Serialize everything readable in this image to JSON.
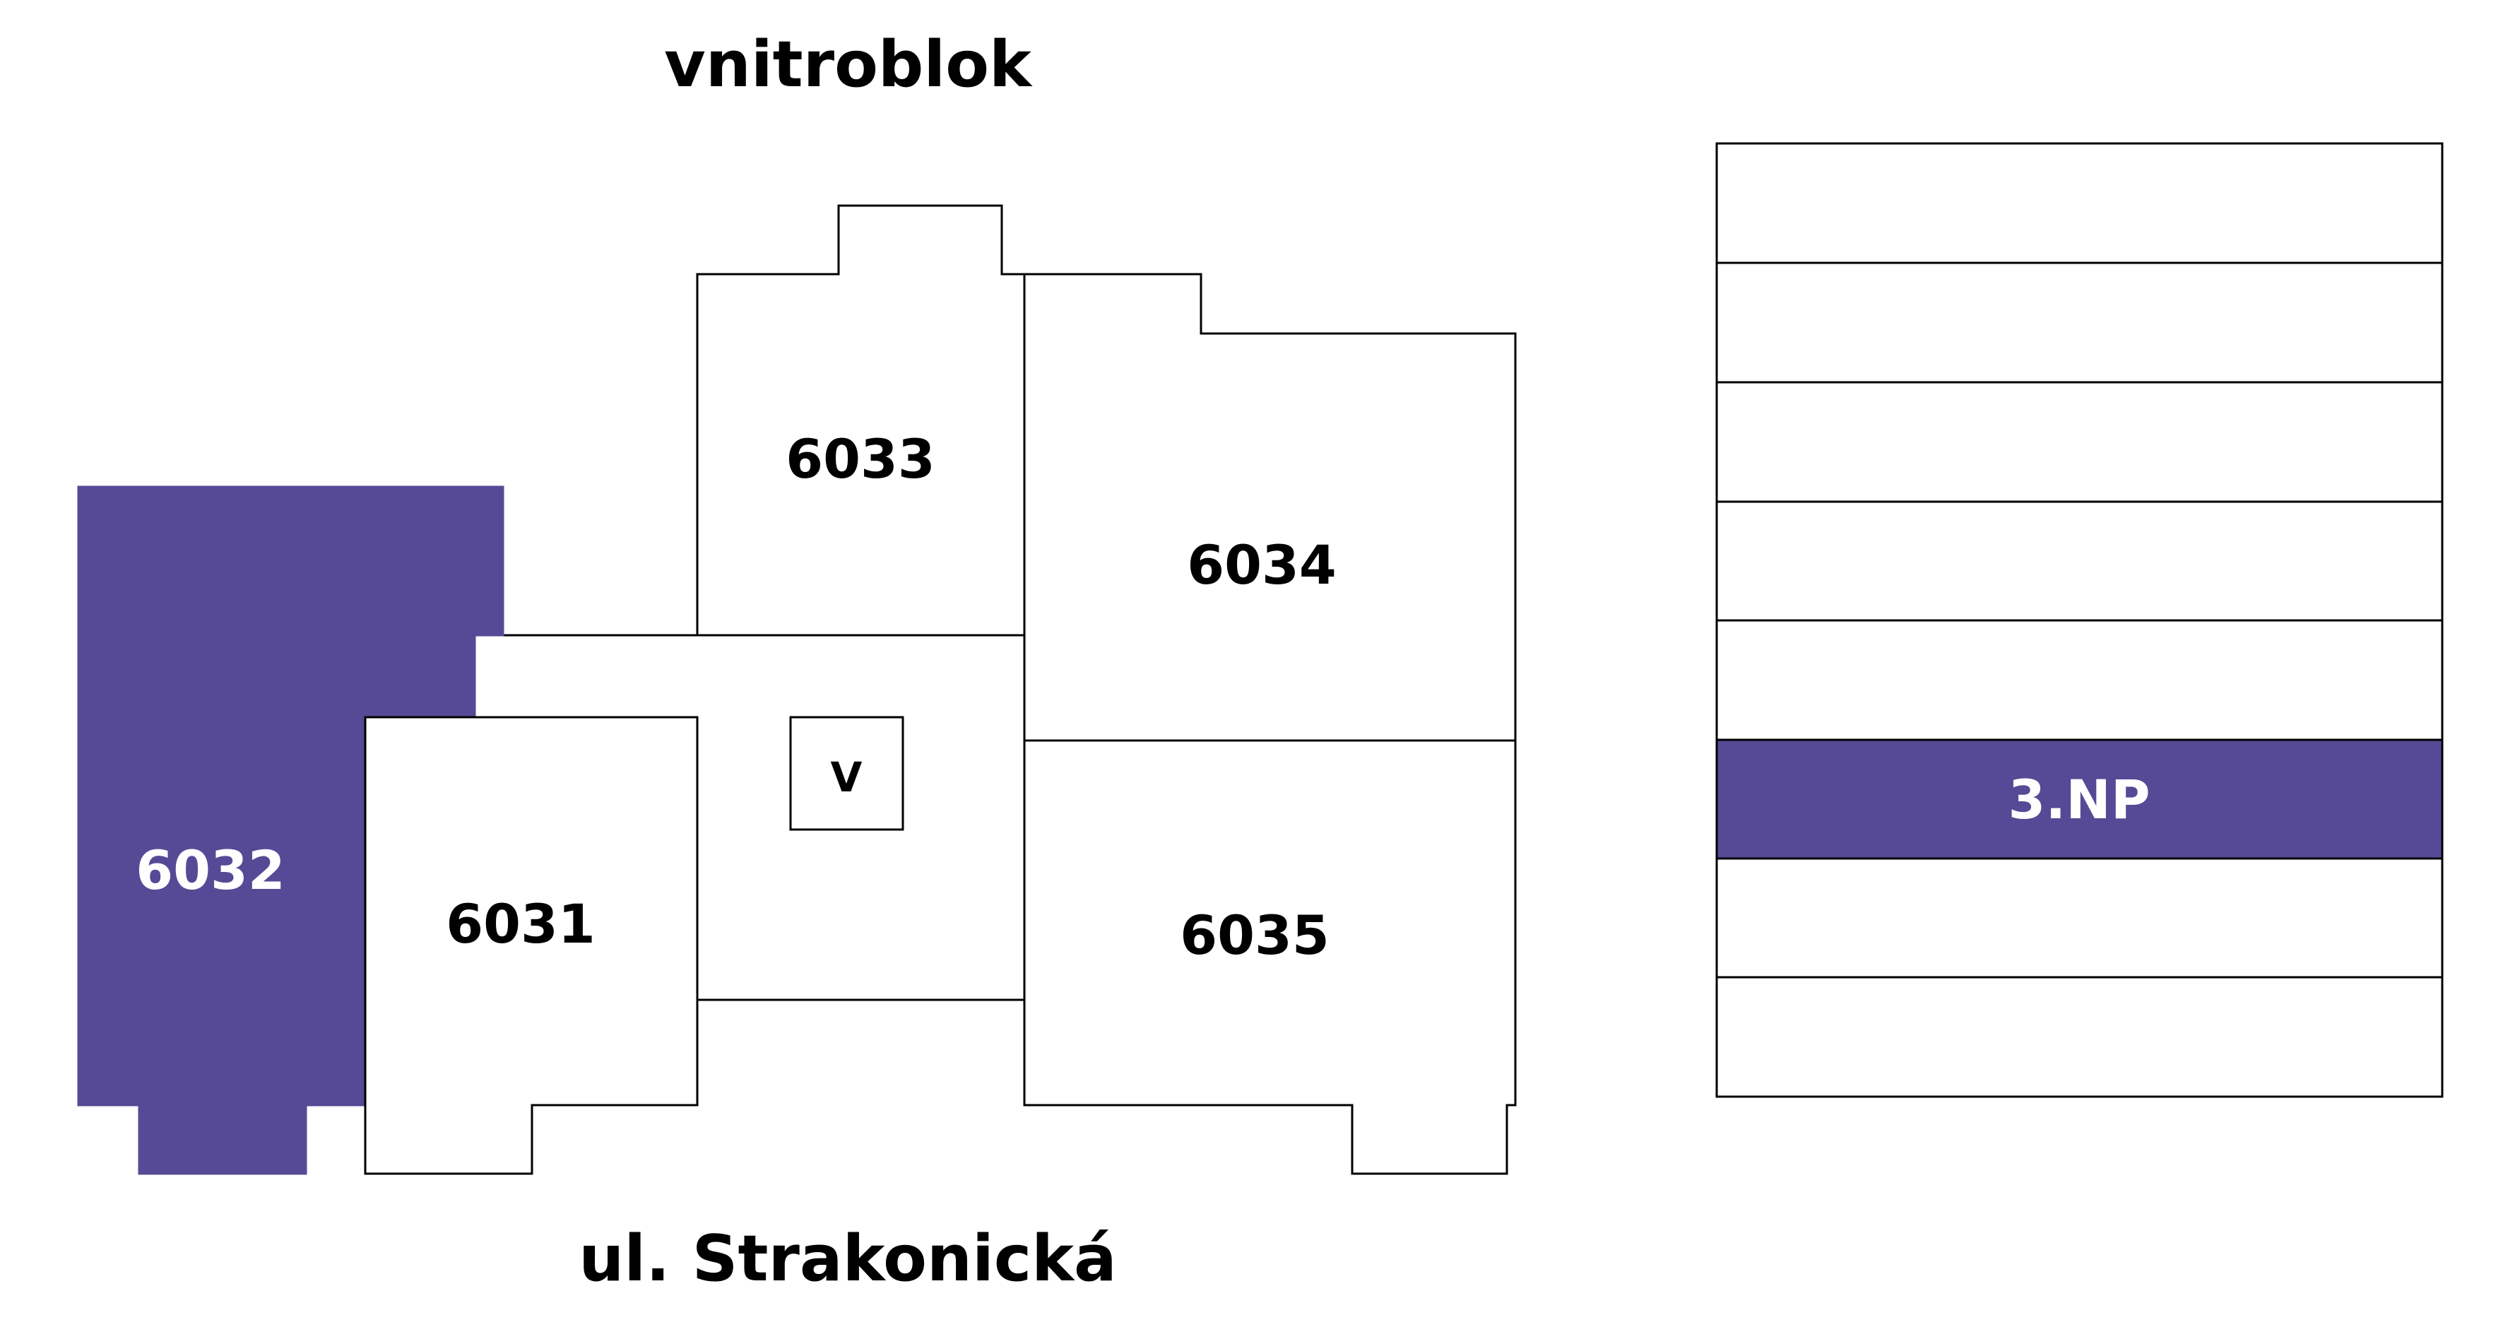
{
  "labels": {
    "top": "vnitroblok",
    "bottom": "ul. Strakonická"
  },
  "units": [
    {
      "id": "6032",
      "label": "6032",
      "highlighted": true
    },
    {
      "id": "6033",
      "label": "6033",
      "highlighted": false
    },
    {
      "id": "6034",
      "label": "6034",
      "highlighted": false
    },
    {
      "id": "6031",
      "label": "6031",
      "highlighted": false
    },
    {
      "id": "6035",
      "label": "6035",
      "highlighted": false
    }
  ],
  "elevator": {
    "label": "V"
  },
  "floors": [
    {
      "label": "",
      "active": false
    },
    {
      "label": "",
      "active": false
    },
    {
      "label": "",
      "active": false
    },
    {
      "label": "",
      "active": false
    },
    {
      "label": "",
      "active": false
    },
    {
      "label": "3.NP",
      "active": true
    },
    {
      "label": "",
      "active": false
    },
    {
      "label": "",
      "active": false
    }
  ],
  "colors": {
    "highlight": "#564a96",
    "outline": "#000000",
    "background": "#ffffff",
    "text_dark": "#000000",
    "text_light": "#ffffff"
  }
}
